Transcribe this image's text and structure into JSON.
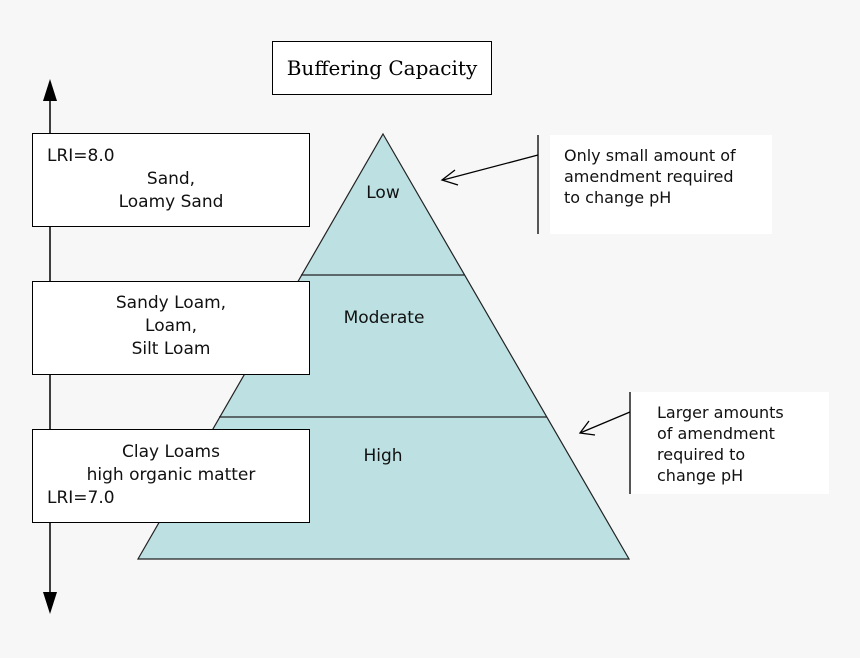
{
  "title": "Buffering Capacity",
  "soil_boxes": {
    "top": {
      "lri": "LRI=8.0",
      "line1": "Sand,",
      "line2": "Loamy Sand"
    },
    "mid": {
      "line1": "Sandy Loam,",
      "line2": "Loam,",
      "line3": "Silt Loam"
    },
    "bot": {
      "line1": "Clay Loams",
      "line2": "high organic matter",
      "lri": "LRI=7.0"
    }
  },
  "pyramid": {
    "tiers": {
      "low": "Low",
      "moderate": "Moderate",
      "high": "High"
    },
    "fill_color": "#bde0e2",
    "stroke_color": "#222222"
  },
  "notes": {
    "top": [
      "Only small amount of",
      "amendment required",
      "to change pH"
    ],
    "bottom": [
      "Larger amounts",
      "of amendment",
      "required to",
      "change pH"
    ]
  }
}
